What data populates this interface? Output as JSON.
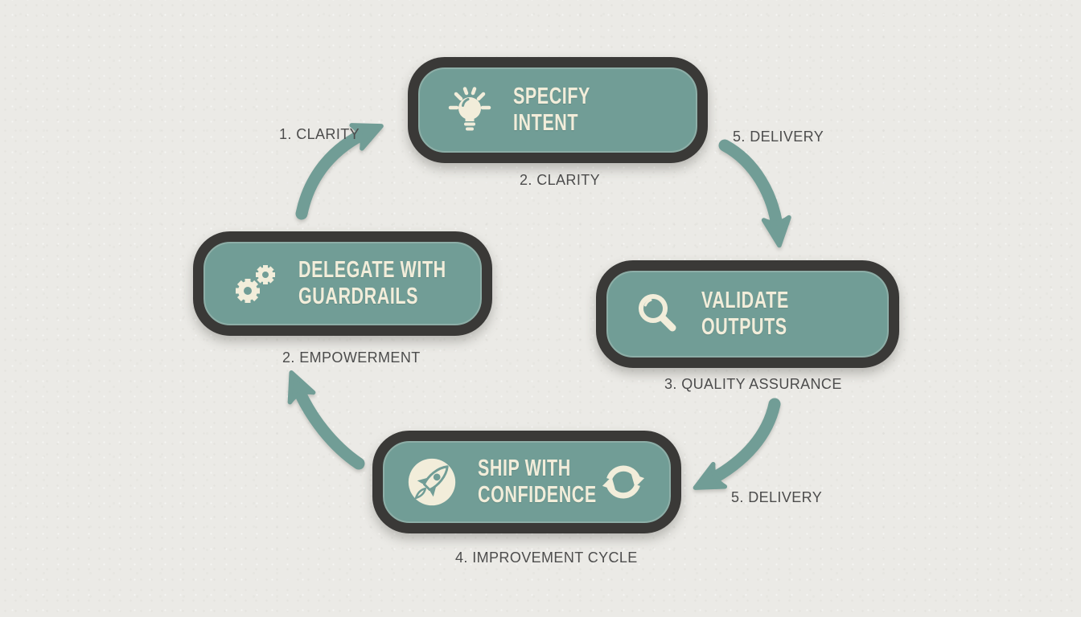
{
  "diagram": {
    "type": "cycle",
    "description": "Four-step delegation workflow cycle",
    "colors": {
      "background": "#ebeae6",
      "node_fill": "#719d96",
      "node_border": "#3a3937",
      "node_text": "#f2edda",
      "label_text": "#4c4c4c",
      "arrow": "#719d96"
    },
    "nodes": [
      {
        "id": "specify-intent",
        "line1": "SPECIFY",
        "line2": "INTENT",
        "icon": "lightbulb-icon"
      },
      {
        "id": "delegate-with-guardrails",
        "line1": "DELEGATE WITH",
        "line2": "GUARDRAILS",
        "icon": "gears-icon"
      },
      {
        "id": "validate-outputs",
        "line1": "VALIDATE",
        "line2": "OUTPUTS",
        "icon": "magnifier-icon"
      },
      {
        "id": "ship-with-confidence",
        "line1": "SHIP WITH",
        "line2": "CONFIDENCE",
        "icon": "rocket-icon",
        "icon2": "cycle-arrows-icon"
      }
    ],
    "labels": [
      {
        "id": "step-1-clarity",
        "text": "1. CLARITY"
      },
      {
        "id": "step-2-clarity",
        "text": "2. CLARITY"
      },
      {
        "id": "step-5-delivery-top",
        "text": "5. DELIVERY"
      },
      {
        "id": "step-3-quality-assurance",
        "text": "3. QUALITY ASSURANCE"
      },
      {
        "id": "step-5-delivery-bottom",
        "text": "5. DELIVERY"
      },
      {
        "id": "step-2-empowerment",
        "text": "2. EMPOWERMENT"
      },
      {
        "id": "step-4-improvement-cycle",
        "text": "4. IMPROVEMENT CYCLE"
      }
    ],
    "arrows": [
      {
        "id": "arrow-up-to-specify-intent",
        "from": "delegate-with-guardrails",
        "to": "specify-intent"
      },
      {
        "id": "arrow-specify-to-validate",
        "from": "specify-intent",
        "to": "validate-outputs"
      },
      {
        "id": "arrow-validate-to-ship",
        "from": "validate-outputs",
        "to": "ship-with-confidence"
      },
      {
        "id": "arrow-ship-to-delegate",
        "from": "ship-with-confidence",
        "to": "delegate-with-guardrails"
      }
    ]
  }
}
